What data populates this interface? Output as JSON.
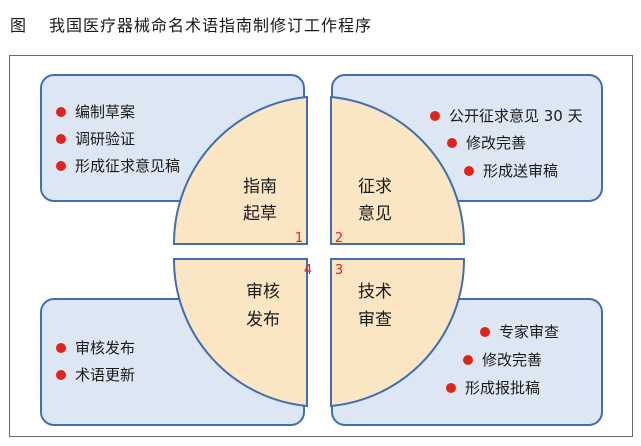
{
  "figure": {
    "label": "图",
    "title": "我国医疗器械命名术语指南制修订工作程序"
  },
  "colors": {
    "quadrant_fill": "#fbe6c3",
    "quadrant_stroke": "#3f6fb0",
    "card_fill": "#dde7f4",
    "bullet": "#e2231a",
    "number": "#e2231a"
  },
  "quadrants": [
    {
      "id": "tl",
      "number": "1",
      "line1": "指南",
      "line2": "起草",
      "items": [
        "编制草案",
        "调研验证",
        "形成征求意见稿"
      ]
    },
    {
      "id": "tr",
      "number": "2",
      "line1": "征求",
      "line2": "意见",
      "items": [
        "公开征求意见 30 天",
        "修改完善",
        "形成送审稿"
      ]
    },
    {
      "id": "br",
      "number": "3",
      "line1": "技术",
      "line2": "审查",
      "items": [
        "专家审查",
        "修改完善",
        "形成报批稿"
      ]
    },
    {
      "id": "bl",
      "number": "4",
      "line1": "审核",
      "line2": "发布",
      "items": [
        "审核发布",
        "术语更新"
      ]
    }
  ]
}
